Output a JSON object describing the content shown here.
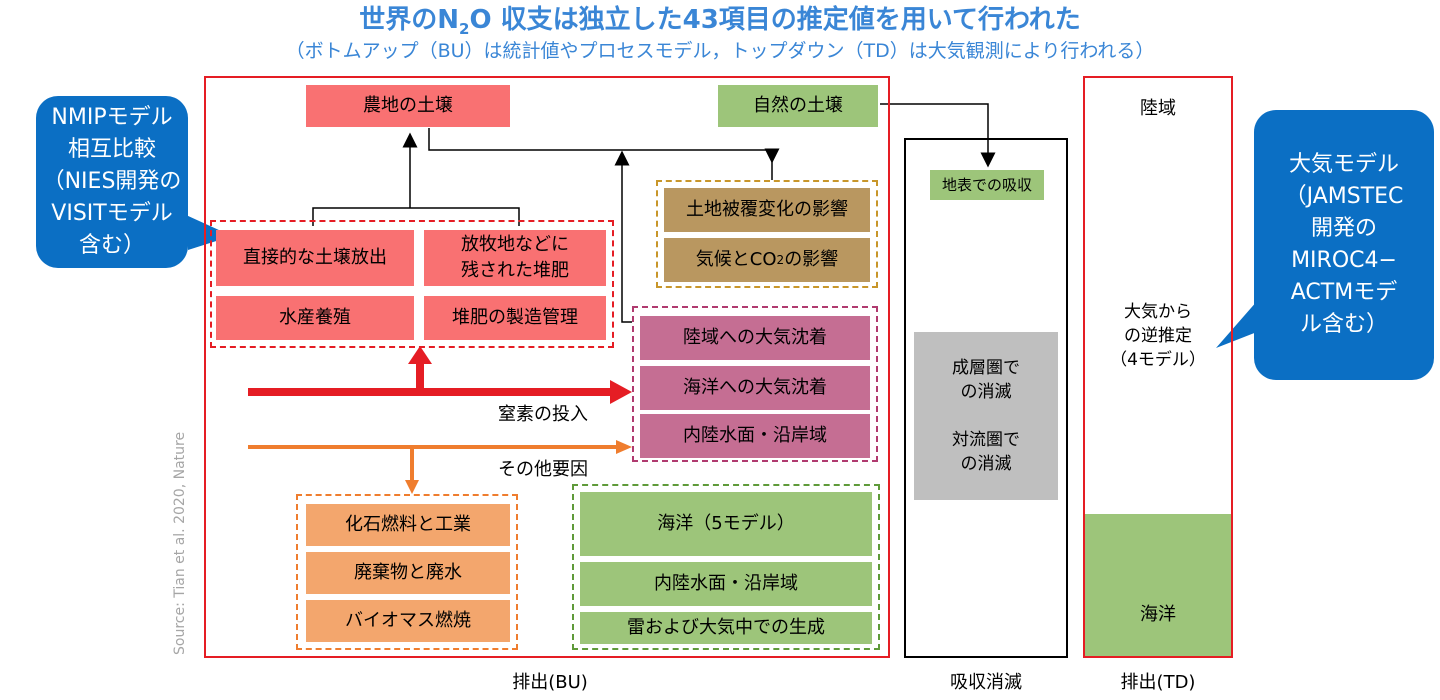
{
  "title": {
    "main_prefix": "世界のN",
    "main_sub": "2",
    "main_suffix": "O 収支は独立した43項目の推定値を用いて行われた",
    "sub": "（ボトムアップ（BU）は統計値やプロセスモデル，トップダウン（TD）は大気観測により行われる）"
  },
  "bu": {
    "label": "排出(BU)",
    "agri_soil": "農地の土壌",
    "natural_soil": "自然の土壌",
    "direct": "直接的な土壌放出",
    "pasture": "放牧地などに\n残された堆肥",
    "aquaculture": "水産養殖",
    "manure": "堆肥の製造管理",
    "landcover": "土地被覆変化の影響",
    "climate_co2_prefix": "気候とCO",
    "climate_co2_sub": "2",
    "climate_co2_suffix": "の影響",
    "deposition_land": "陸域への大気沈着",
    "deposition_ocean": "海洋への大気沈着",
    "inland_coastal_dep": "内陸水面・沿岸域",
    "nitrogen_input": "窒素の投入",
    "other_factors": "その他要因",
    "fossil": "化石燃料と工業",
    "waste": "廃棄物と廃水",
    "biomass": "バイオマス燃焼",
    "ocean": "海洋（5モデル）",
    "inland_coastal": "内陸水面・沿岸域",
    "lightning": "雷および大気中での生成"
  },
  "sink": {
    "label": "吸収消滅",
    "surface": "地表での吸収",
    "destruction": "成層圏で\nの消滅\n\n対流圏で\nの消滅"
  },
  "td": {
    "label": "排出(TD)",
    "land": "陸域",
    "inversion": "大気から\nの逆推定\n（4モデル）",
    "ocean": "海洋"
  },
  "bubbles": {
    "left": "NMIPモデル\n相互比較\n（NIES開発の\nVISITモデル\n含む）",
    "right": "大気モデル\n（JAMSTEC\n開発の\nMIROC4−\nACTMモデ\nル含む）"
  },
  "source": "Source: Tian et al. 2020, Nature",
  "colors": {
    "title_blue": "#3a86d6",
    "frame_red": "#e51d24",
    "soil_red": "#f97172",
    "natural_green": "#9dc57a",
    "gold": "#b99760",
    "mauve": "#c56e93",
    "orange": "#f3a66d",
    "gray": "#bfbfbf",
    "bubble_blue": "#0b6fc4",
    "arrow_orange": "#ef7d2e"
  }
}
